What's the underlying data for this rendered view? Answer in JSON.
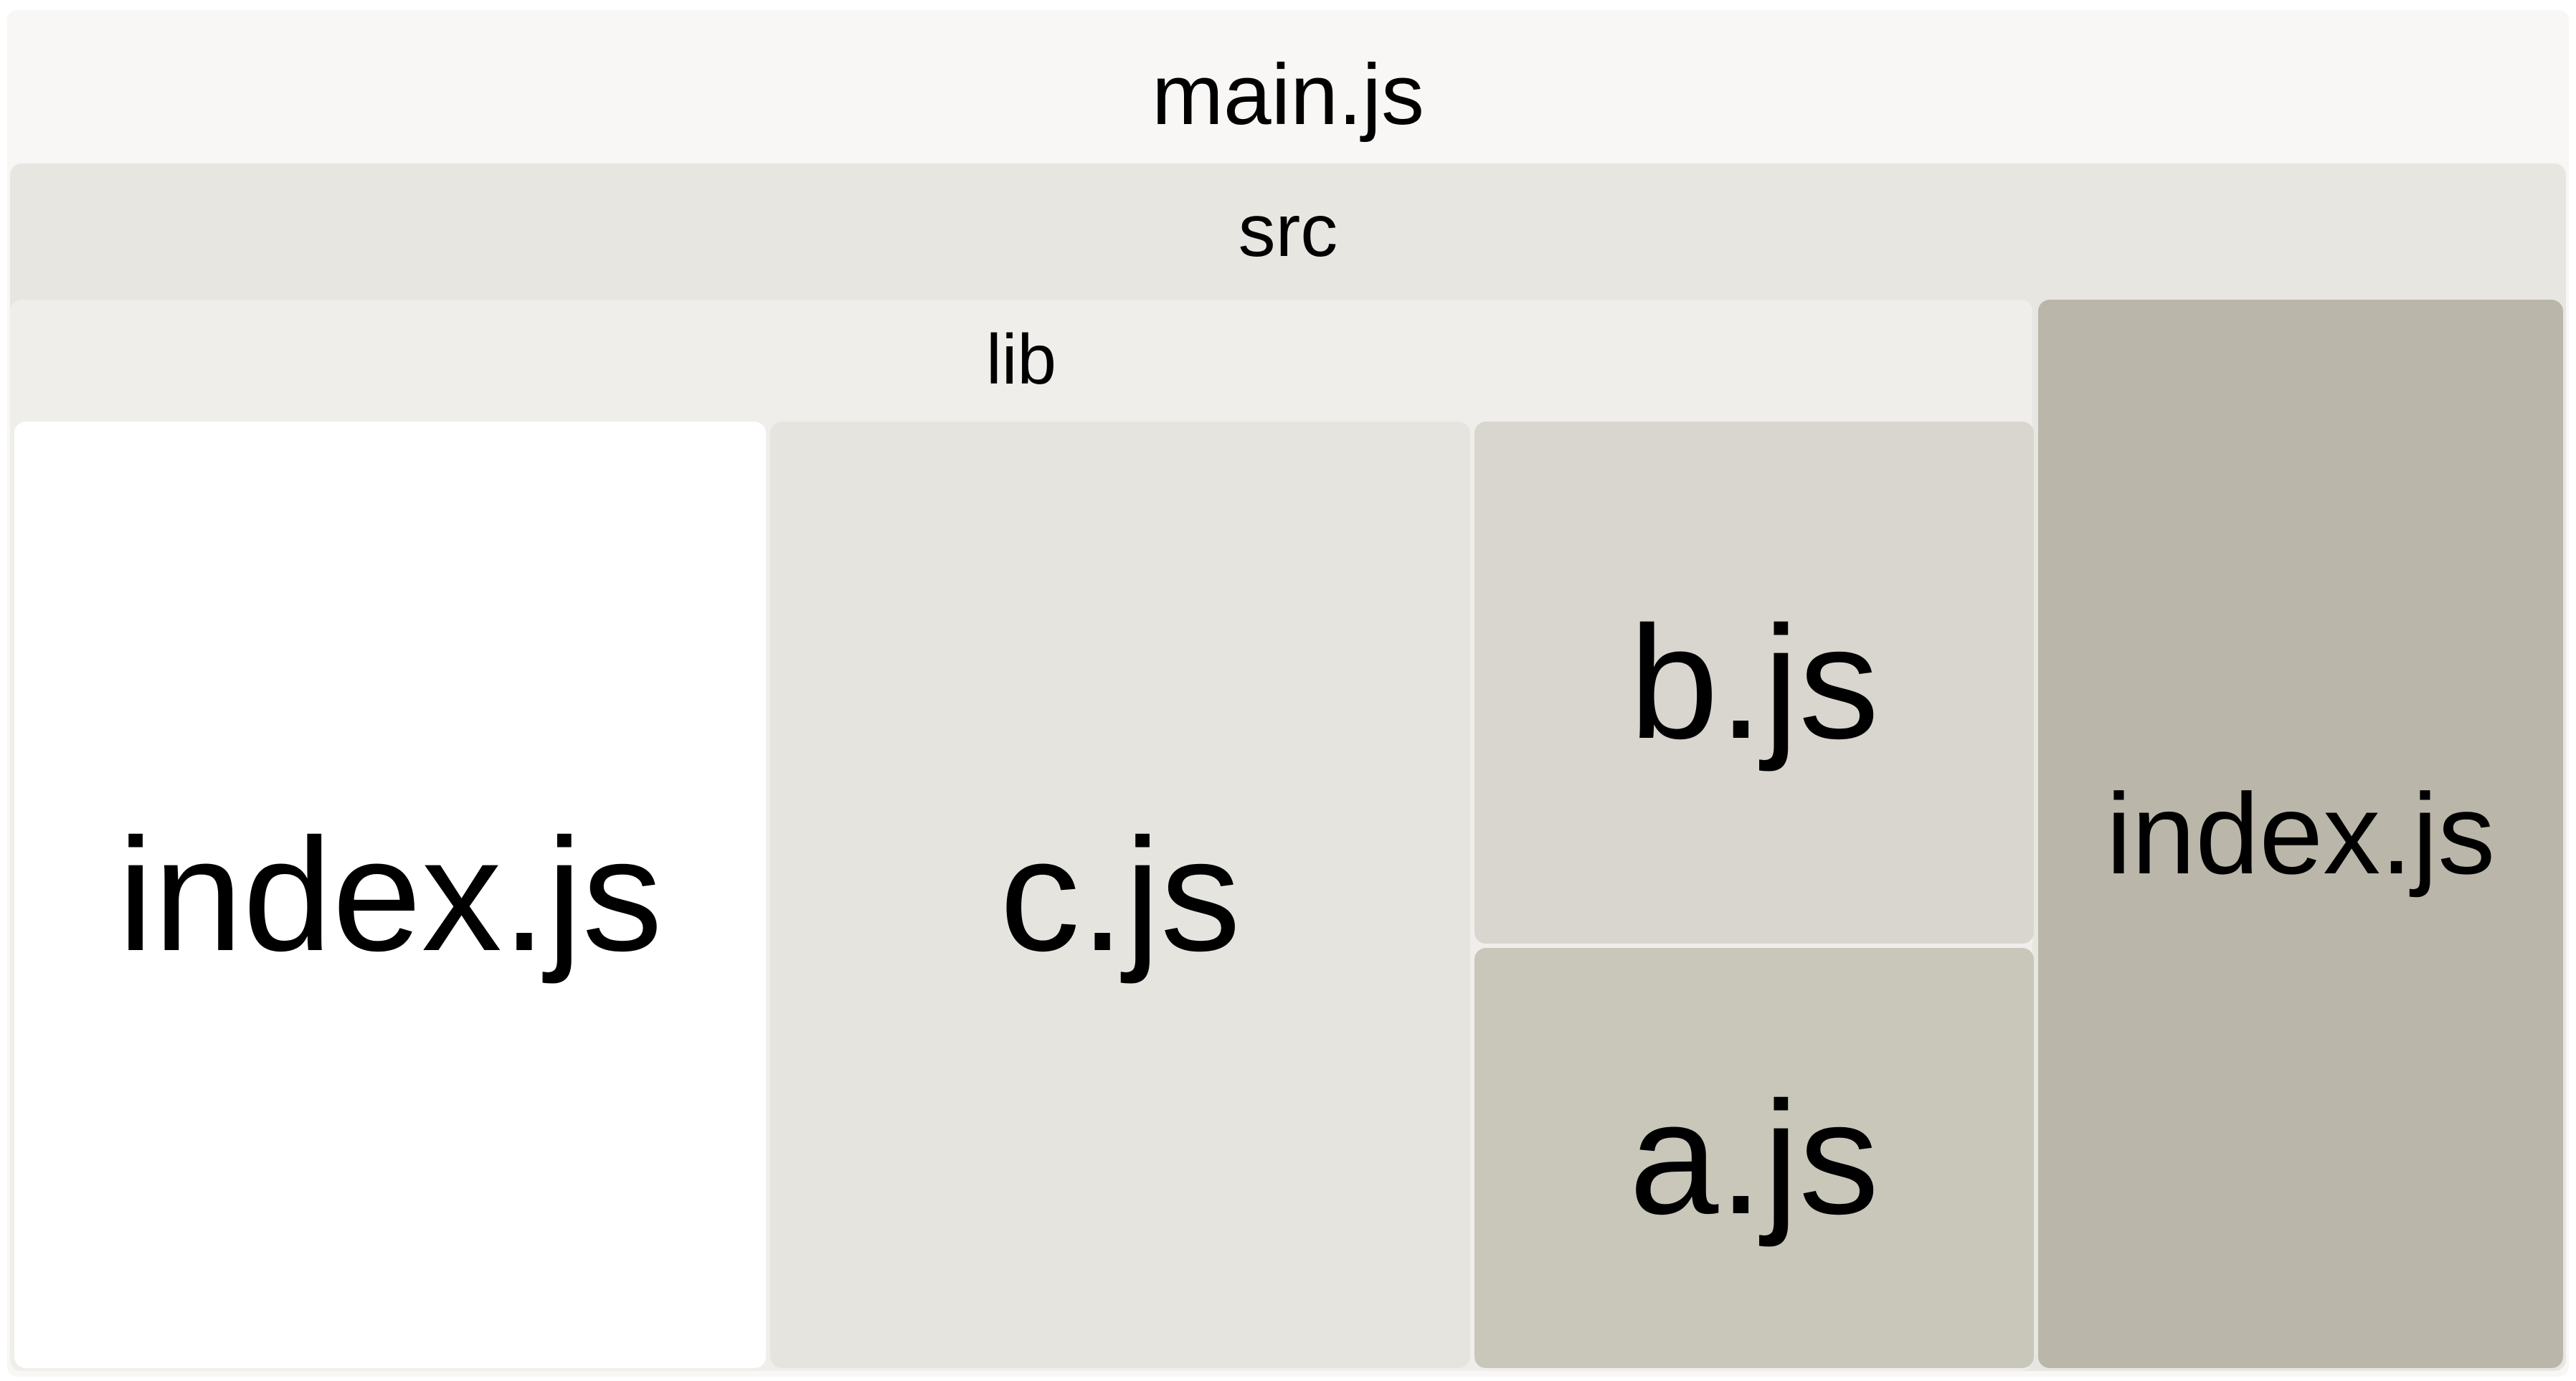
{
  "treemap": {
    "root": {
      "label": "main.js",
      "color": "#f8f7f5"
    },
    "src": {
      "label": "src",
      "color": "#e8e6e1"
    },
    "lib": {
      "label": "lib",
      "color": "#efeeeb"
    },
    "leaves": {
      "index_lib": {
        "label": "index.js",
        "color": "#ffffff"
      },
      "c": {
        "label": "c.js",
        "color": "#e6e4df"
      },
      "b": {
        "label": "b.js",
        "color": "#d9d6cf"
      },
      "a": {
        "label": "a.js",
        "color": "#c9c6ba"
      },
      "index_src": {
        "label": "index.js",
        "color": "#bab6a9"
      }
    }
  }
}
